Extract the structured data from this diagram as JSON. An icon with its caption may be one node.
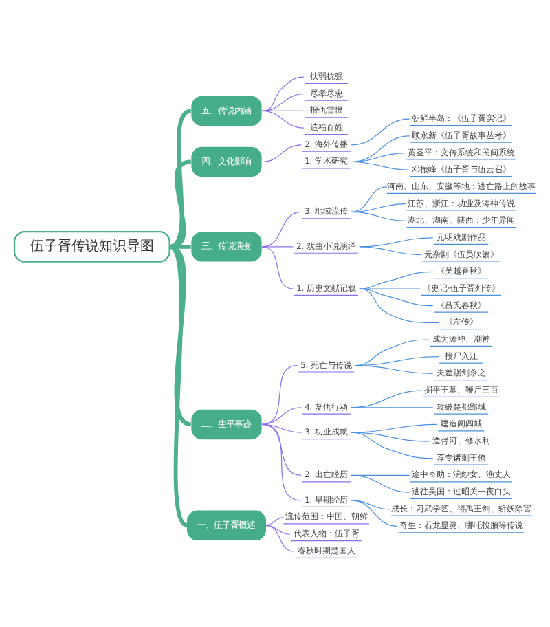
{
  "diagram": {
    "nodes": [
      {
        "text": [
          "伍子胥传说知识导图"
        ]
      },
      {
        "text": [
          "五、传说内涵"
        ]
      },
      {
        "text": [
          "扶弱抗强"
        ]
      },
      {
        "text": [
          "尽孝尽忠"
        ]
      },
      {
        "text": [
          "报仇雪恨"
        ]
      },
      {
        "text": [
          "造福百姓"
        ]
      },
      {
        "text": [
          "四、文化影响"
        ]
      },
      {
        "text": [
          "2. 海外传播"
        ]
      },
      {
        "text": [
          "朝鲜半岛：《伍子胥实记》"
        ]
      },
      {
        "text": [
          "1. 学术研究"
        ]
      },
      {
        "text": [
          "顾永新《伍子胥故事丛考》"
        ]
      },
      {
        "text": [
          "黄圣平：文传系统和民间系统"
        ]
      },
      {
        "text": [
          "邓振峰《伍子胥与伍云召》"
        ]
      },
      {
        "text": [
          "三、传说演变"
        ]
      },
      {
        "text": [
          "3. 地域流传"
        ]
      },
      {
        "text": [
          "河南、山东、安徽等地：逃亡路上的故事"
        ]
      },
      {
        "text": [
          "江苏、浙江：功业及涛神传说"
        ]
      },
      {
        "text": [
          "湖北、湖南、陕西：少年异闻"
        ]
      },
      {
        "text": [
          "2. 戏曲小说演绎"
        ]
      },
      {
        "text": [
          "元明戏剧作品"
        ]
      },
      {
        "text": [
          "元杂剧《伍员吹箫》"
        ]
      },
      {
        "text": [
          "1. 历史文献记载"
        ]
      },
      {
        "text": [
          "《吴越春秋》"
        ]
      },
      {
        "text": [
          "《史记·伍子胥列传》"
        ]
      },
      {
        "text": [
          "《吕氏春秋》"
        ]
      },
      {
        "text": [
          "《左传》"
        ]
      },
      {
        "text": [
          "二、生平事迹"
        ]
      },
      {
        "text": [
          "5. 死亡与传说"
        ]
      },
      {
        "text": [
          "成为涛神、潮神"
        ]
      },
      {
        "text": [
          "投尸入江"
        ]
      },
      {
        "text": [
          "夫差赐剑杀之"
        ]
      },
      {
        "text": [
          "4. 复仇行动"
        ]
      },
      {
        "text": [
          "掘平王墓、鞭尸三百"
        ]
      },
      {
        "text": [
          "攻破楚都郢城"
        ]
      },
      {
        "text": [
          "3. 功业成就"
        ]
      },
      {
        "text": [
          "建造阖闾城"
        ]
      },
      {
        "text": [
          "造胥河、修水利"
        ]
      },
      {
        "text": [
          "荐专诸刺王僚"
        ]
      },
      {
        "text": [
          "2. 出亡经历"
        ]
      },
      {
        "text": [
          "途中奇助：浣纱女、渔丈人"
        ]
      },
      {
        "text": [
          "逃往吴国：过昭关一夜白头"
        ]
      },
      {
        "text": [
          "1. 早期经历"
        ]
      },
      {
        "text": [
          "成长：习武学艺、得禹王剑、斩妖除害"
        ]
      },
      {
        "text": [
          "奇生：石龙显灵、哪吒投胎等传说"
        ]
      },
      {
        "text": [
          "一、伍子胥概述"
        ]
      },
      {
        "text": [
          "流传范围：中国、朝鲜"
        ]
      },
      {
        "text": [
          "代表人物：伍子胥"
        ]
      },
      {
        "text": [
          "春秋时期楚国人"
        ]
      }
    ],
    "edges": [
      {
        "from": 0,
        "to": 1,
        "arrow": "none",
        "style": "thick",
        "color": "#4cb08c"
      },
      {
        "from": 1,
        "to": 2,
        "arrow": "none",
        "color": "#8b6cf0"
      },
      {
        "from": 1,
        "to": 3,
        "arrow": "none",
        "color": "#8b6cf0"
      },
      {
        "from": 1,
        "to": 4,
        "arrow": "none",
        "color": "#8b6cf0"
      },
      {
        "from": 1,
        "to": 5,
        "arrow": "none",
        "color": "#8b6cf0"
      },
      {
        "from": 0,
        "to": 6,
        "arrow": "none",
        "style": "thick",
        "color": "#4cb08c"
      },
      {
        "from": 6,
        "to": 7,
        "arrow": "none",
        "color": "#8b6cf0"
      },
      {
        "from": 7,
        "to": 8,
        "arrow": "none"
      },
      {
        "from": 6,
        "to": 9,
        "arrow": "none",
        "color": "#8b6cf0"
      },
      {
        "from": 9,
        "to": 10,
        "arrow": "none"
      },
      {
        "from": 9,
        "to": 11,
        "arrow": "none"
      },
      {
        "from": 9,
        "to": 12,
        "arrow": "none"
      },
      {
        "from": 0,
        "to": 13,
        "arrow": "none",
        "style": "thick",
        "color": "#4cb08c"
      },
      {
        "from": 13,
        "to": 14,
        "arrow": "none",
        "color": "#8b6cf0"
      },
      {
        "from": 14,
        "to": 15,
        "arrow": "none"
      },
      {
        "from": 14,
        "to": 16,
        "arrow": "none"
      },
      {
        "from": 14,
        "to": 17,
        "arrow": "none"
      },
      {
        "from": 13,
        "to": 18,
        "arrow": "none",
        "color": "#8b6cf0"
      },
      {
        "from": 18,
        "to": 19,
        "arrow": "none"
      },
      {
        "from": 18,
        "to": 20,
        "arrow": "none"
      },
      {
        "from": 13,
        "to": 21,
        "arrow": "none",
        "color": "#8b6cf0"
      },
      {
        "from": 21,
        "to": 22,
        "arrow": "none"
      },
      {
        "from": 21,
        "to": 23,
        "arrow": "none"
      },
      {
        "from": 21,
        "to": 24,
        "arrow": "none"
      },
      {
        "from": 21,
        "to": 25,
        "arrow": "none"
      },
      {
        "from": 0,
        "to": 26,
        "arrow": "none",
        "style": "thick",
        "color": "#4cb08c"
      },
      {
        "from": 26,
        "to": 27,
        "arrow": "none",
        "color": "#8b6cf0"
      },
      {
        "from": 27,
        "to": 28,
        "arrow": "none"
      },
      {
        "from": 27,
        "to": 29,
        "arrow": "none"
      },
      {
        "from": 27,
        "to": 30,
        "arrow": "none"
      },
      {
        "from": 26,
        "to": 31,
        "arrow": "none",
        "color": "#8b6cf0"
      },
      {
        "from": 31,
        "to": 32,
        "arrow": "none"
      },
      {
        "from": 31,
        "to": 33,
        "arrow": "none"
      },
      {
        "from": 26,
        "to": 34,
        "arrow": "none",
        "color": "#8b6cf0"
      },
      {
        "from": 34,
        "to": 35,
        "arrow": "none"
      },
      {
        "from": 34,
        "to": 36,
        "arrow": "none"
      },
      {
        "from": 34,
        "to": 37,
        "arrow": "none"
      },
      {
        "from": 26,
        "to": 38,
        "arrow": "none",
        "color": "#8b6cf0"
      },
      {
        "from": 38,
        "to": 39,
        "arrow": "none"
      },
      {
        "from": 38,
        "to": 40,
        "arrow": "none"
      },
      {
        "from": 26,
        "to": 41,
        "arrow": "none",
        "color": "#8b6cf0"
      },
      {
        "from": 41,
        "to": 42,
        "arrow": "none"
      },
      {
        "from": 41,
        "to": 43,
        "arrow": "none"
      },
      {
        "from": 0,
        "to": 44,
        "arrow": "none",
        "style": "thick",
        "color": "#4cb08c"
      },
      {
        "from": 44,
        "to": 45,
        "arrow": "none",
        "color": "#8b6cf0"
      },
      {
        "from": 44,
        "to": 46,
        "arrow": "none",
        "color": "#8b6cf0"
      },
      {
        "from": 44,
        "to": 47,
        "arrow": "none",
        "color": "#8b6cf0"
      }
    ]
  }
}
